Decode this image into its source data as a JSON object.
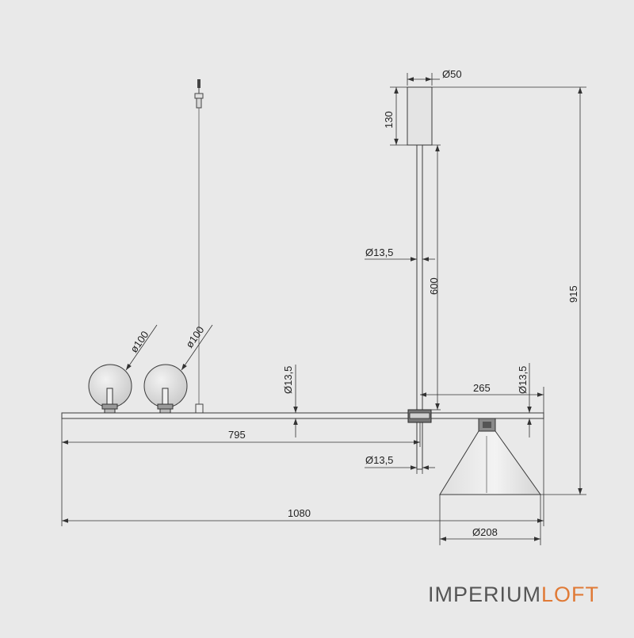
{
  "labels": {
    "d50": "Ø50",
    "h130": "130",
    "h915": "915",
    "h600": "600",
    "d13_5_a": "Ø13,5",
    "d13_5_b": "Ø13,5",
    "d13_5_c": "Ø13,5",
    "d13_5_d": "Ø13,5",
    "w265": "265",
    "w795": "795",
    "w1080": "1080",
    "d208": "Ø208",
    "d100_a": "ø100",
    "d100_b": "ø100"
  },
  "brand": {
    "part1": "IMPERIUM",
    "part2": "LOFT"
  },
  "colors": {
    "background": "#e9e9e9",
    "line": "#333333",
    "brand_gray": "#555555",
    "brand_orange": "#e07a36"
  }
}
